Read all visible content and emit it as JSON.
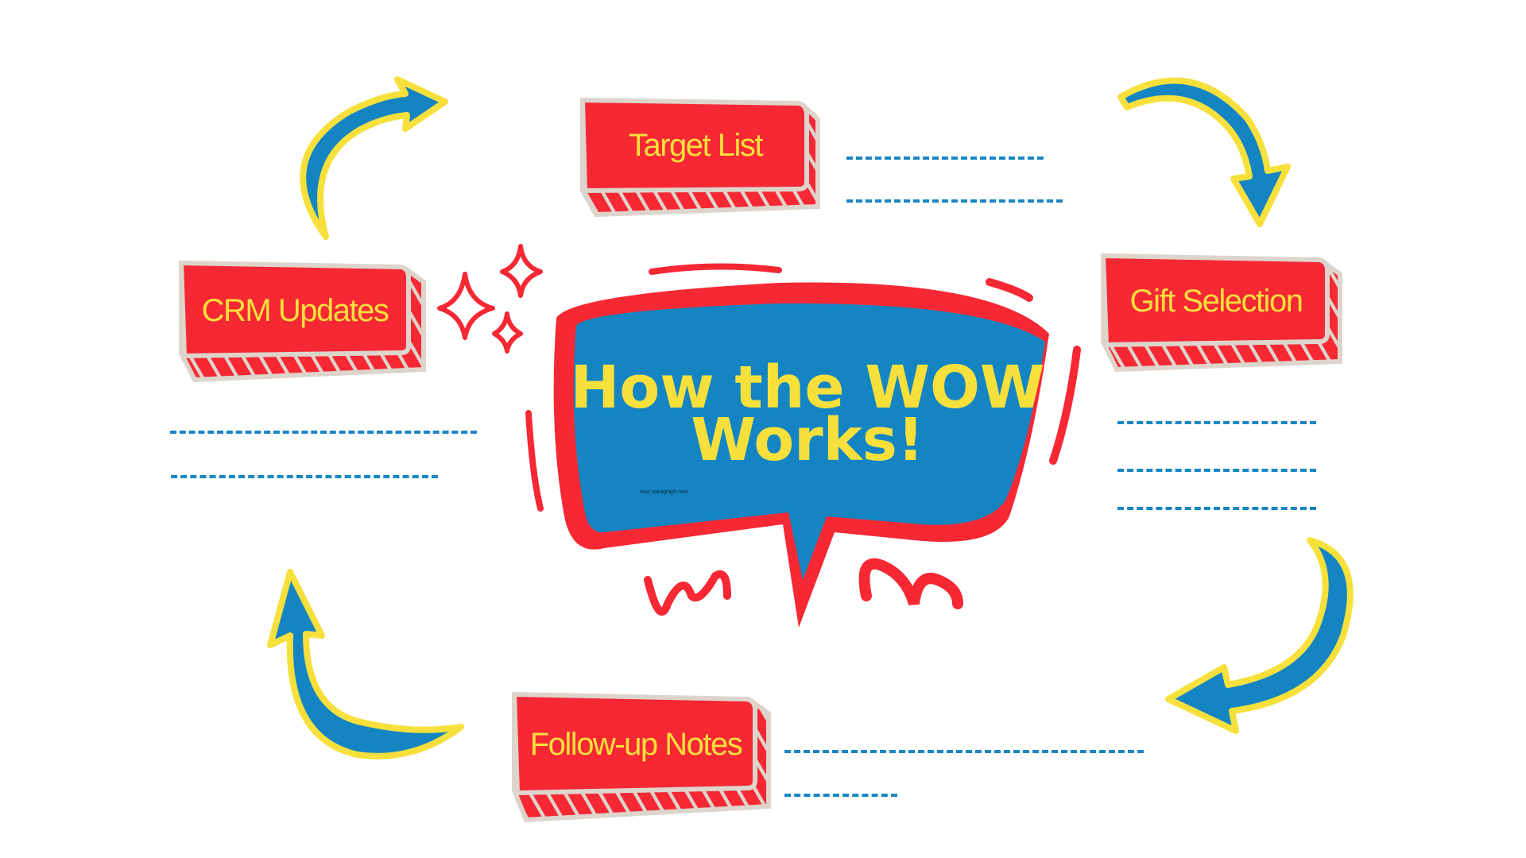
{
  "title": {
    "line1": "How the WOW",
    "line2": "Works!"
  },
  "paragraph": "Your paragraph text",
  "steps": [
    {
      "label": "Target List"
    },
    {
      "label": "Gift Selection"
    },
    {
      "label": "Follow-up Notes"
    },
    {
      "label": "CRM Updates"
    }
  ],
  "colors": {
    "red": "#f62834",
    "blue": "#1485c2",
    "yellow": "#f7e03c",
    "border": "#ddd5cc"
  }
}
